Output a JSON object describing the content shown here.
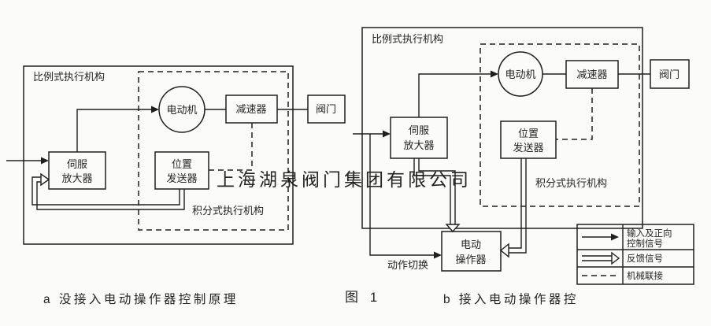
{
  "page": {
    "watermark": "上海湖泉阀门集团有限公司",
    "figure_caption": "图  1",
    "caption_a": "a   没接入电动操作器控制原理",
    "caption_b": "b   接入电动操作器控"
  },
  "colors": {
    "line": "#1f1f1f",
    "background": "#fbfbf9",
    "watermark": "#c9c9c9"
  },
  "diagram_a": {
    "outer_label": "比例式执行机构",
    "inner_label": "积分式执行机构",
    "servo_amplifier_line1": "伺服",
    "servo_amplifier_line2": "放大器",
    "motor": "电动机",
    "reducer": "减速器",
    "valve": "阀门",
    "position_transmitter_line1": "位置",
    "position_transmitter_line2": "发送器"
  },
  "diagram_b": {
    "outer_label": "比例式执行机构",
    "inner_label": "积分式执行机构",
    "servo_amplifier_line1": "伺服",
    "servo_amplifier_line2": "放大器",
    "motor": "电动机",
    "reducer": "减速器",
    "valve": "阀门",
    "position_transmitter_line1": "位置",
    "position_transmitter_line2": "发送器",
    "electric_operator_line1": "电动",
    "electric_operator_line2": "操作器",
    "action_switch_label": "动作切换"
  },
  "legend": {
    "row1_label_line1": "输入及正向",
    "row1_label_line2": "控制信号",
    "row2_label": "反馈信号",
    "row3_label": "机械联接"
  }
}
